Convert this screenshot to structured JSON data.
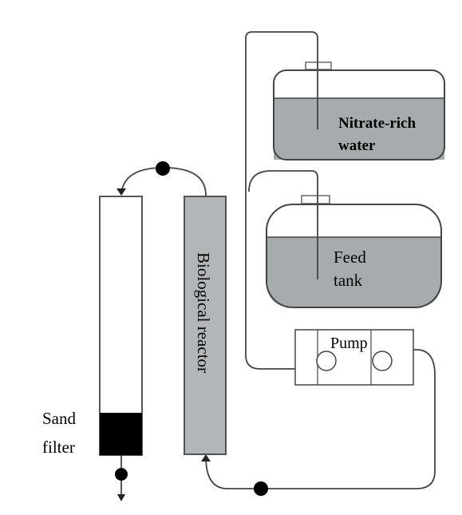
{
  "labels": {
    "nitrate_line1": "Nitrate-rich",
    "nitrate_line2": "water",
    "feed_line1": "Feed",
    "feed_line2": "tank",
    "pump": "Pump",
    "reactor": "Biological reactor",
    "sand_line1": "Sand",
    "sand_line2": "filter"
  },
  "colors": {
    "water_fill": "#a6acae",
    "reactor_fill": "#b3b6b8",
    "sand_fill": "#000000",
    "stroke": "#444444"
  }
}
